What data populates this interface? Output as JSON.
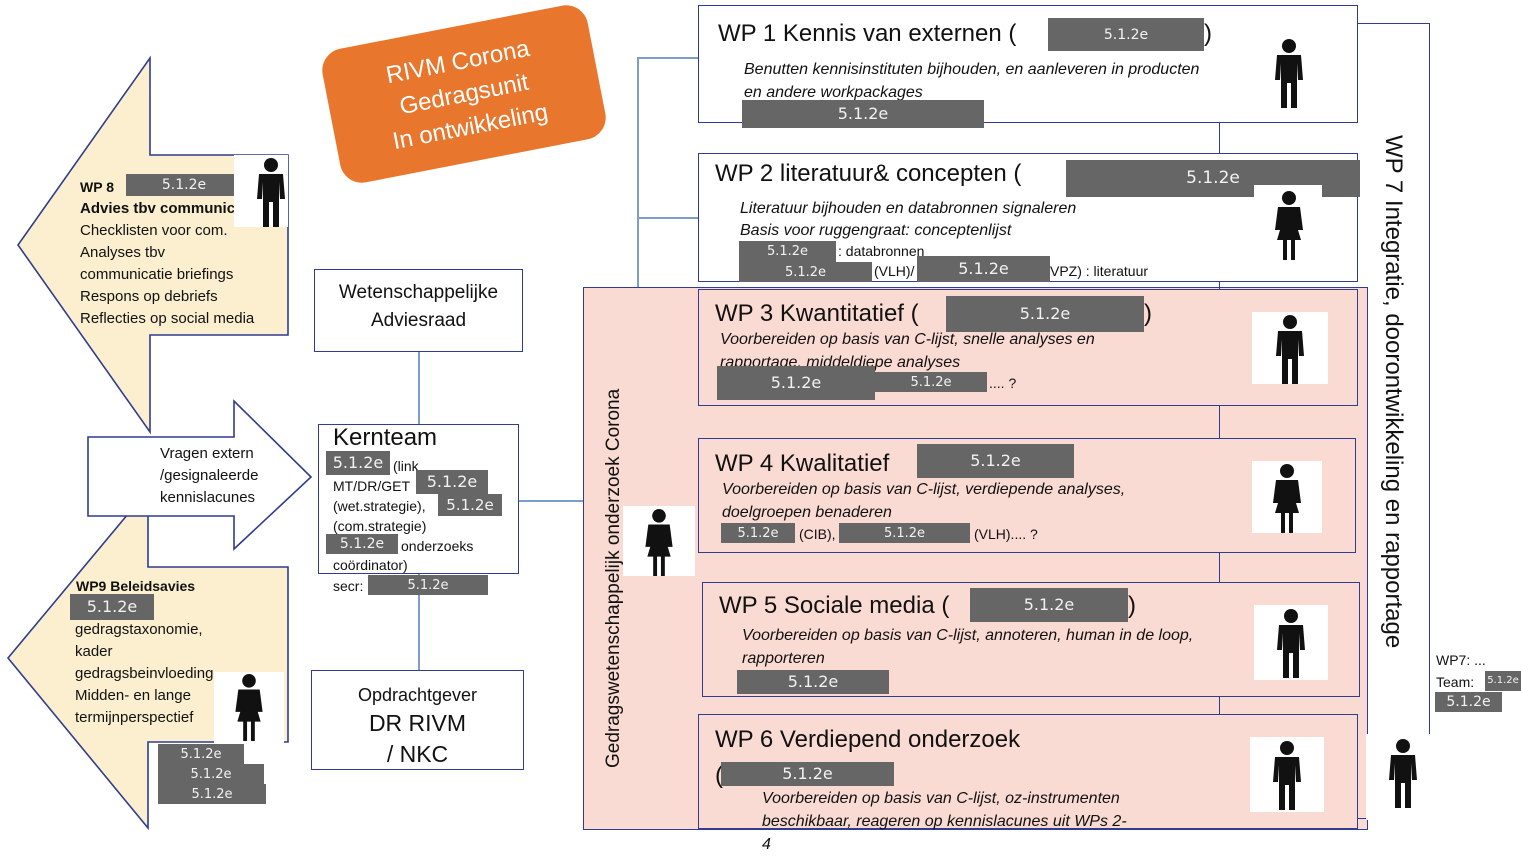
{
  "stamp": {
    "line1": "RIVM Corona",
    "line2": "Gedragsunit",
    "line3": "In ontwikkeling"
  },
  "redaction": "5.1.2e",
  "wp8": {
    "title": "WP 8",
    "lines": [
      "Advies tbv communicati",
      "Checklisten voor com.",
      "Analyses tbv",
      "communicatie briefings",
      "Respons op debriefs",
      "Reflecties op social media"
    ]
  },
  "arrow_mid": {
    "lines": [
      "Vragen extern",
      "/gesignaleerde",
      "kennislacunes"
    ]
  },
  "wp9": {
    "title": "WP9 Beleidsavies",
    "lines": [
      "gedragstaxonomie,",
      "kader",
      "gedragsbeinvloeding,",
      "Midden- en lange",
      "termijnperspectief"
    ]
  },
  "advies": {
    "line1": "Wetenschappelijke",
    "line2": "Adviesraad"
  },
  "kernteam": {
    "title": "Kernteam",
    "l1": "(link",
    "l2": "MT/DR/GET",
    "l3": "(wet.strategie),",
    "l4": "(com.strategie)",
    "l5": "onderzoeks",
    "l6": "coördinator)",
    "l7": "secr:"
  },
  "opdracht": {
    "line1": "Opdrachtgever",
    "line2": "DR RIVM",
    "line3": "/ NKC"
  },
  "vertical_left": "Gedragswetenschappelijk onderzoek Corona",
  "vertical_right": "WP 7 Integratie, doorontwikkeling en rapportage",
  "wp1": {
    "title": "WP 1 Kennis van externen (",
    "close": ")",
    "desc": "Benutten kennisinstituten bijhouden, en aanleveren in producten en andere workpackages"
  },
  "wp2": {
    "title": "WP 2 literatuur& concepten (",
    "desc1": "Literatuur bijhouden en databronnen signaleren",
    "desc2": "Basis voor ruggengraat: conceptenlijst",
    "n1": ": databronnen",
    "n2": "(VLH)/",
    "n3": "VPZ) : literatuur"
  },
  "wp3": {
    "title": "WP 3 Kwantitatief (",
    "close": ")",
    "desc": "Voorbereiden op basis van C-lijst, snelle analyses en rapportage, middeldiepe analyses",
    "tail": ".... ?"
  },
  "wp4": {
    "title": "WP 4 Kwalitatief",
    "desc": "Voorbereiden op basis van C-lijst, verdiepende analyses, doelgroepen benaderen",
    "n1": "(CIB),",
    "n2": "(VLH).... ?"
  },
  "wp5": {
    "title": "WP 5 Sociale media (",
    "close": ")",
    "desc": "Voorbereiden op basis van C-lijst, annoteren, human in de loop, rapporteren"
  },
  "wp6": {
    "title": "WP 6 Verdiepend onderzoek",
    "open": "(",
    "desc": "Voorbereiden op basis van C-lijst, oz-instrumenten beschikbaar, reageren op kennislacunes uit WPs 2-",
    "page": "4"
  },
  "wp7": {
    "label1": "WP7: ...",
    "label2": "Team:"
  },
  "icons": [
    "person-icon"
  ],
  "colors": {
    "stamp": "#e8762d",
    "arrow": "#fcefcf",
    "pink": "#fadbd3",
    "border": "#2f3c8f",
    "redaction": "#666666"
  }
}
